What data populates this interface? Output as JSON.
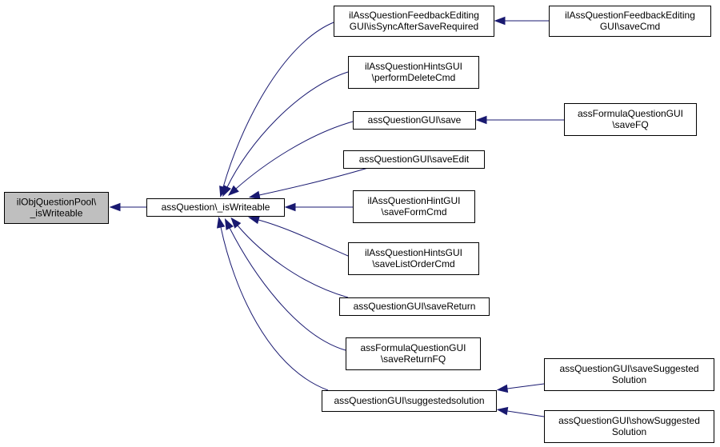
{
  "graph": {
    "edge_color": "#191970",
    "root_fill": "#bfbfbf",
    "node_fill": "#ffffff",
    "nodes": [
      {
        "id": "pool_writeable",
        "lines": [
          "ilObjQuestionPool\\",
          "_isWriteable"
        ],
        "root": true
      },
      {
        "id": "q_writeable",
        "lines": [
          "assQuestion\\_isWriteable"
        ]
      },
      {
        "id": "fb_sync",
        "lines": [
          "ilAssQuestionFeedbackEditing",
          "GUI\\isSyncAfterSaveRequired"
        ]
      },
      {
        "id": "fb_save",
        "lines": [
          "ilAssQuestionFeedbackEditing",
          "GUI\\saveCmd"
        ]
      },
      {
        "id": "hints_delete",
        "lines": [
          "ilAssQuestionHintsGUI",
          "\\performDeleteCmd"
        ]
      },
      {
        "id": "gui_save",
        "lines": [
          "assQuestionGUI\\save"
        ]
      },
      {
        "id": "formula_savefq",
        "lines": [
          "assFormulaQuestionGUI",
          "\\saveFQ"
        ]
      },
      {
        "id": "gui_saveedit",
        "lines": [
          "assQuestionGUI\\saveEdit"
        ]
      },
      {
        "id": "hint_saveform",
        "lines": [
          "ilAssQuestionHintGUI",
          "\\saveFormCmd"
        ]
      },
      {
        "id": "hints_savelist",
        "lines": [
          "ilAssQuestionHintsGUI",
          "\\saveListOrderCmd"
        ]
      },
      {
        "id": "gui_savereturn",
        "lines": [
          "assQuestionGUI\\saveReturn"
        ]
      },
      {
        "id": "formula_savereturnfq",
        "lines": [
          "assFormulaQuestionGUI",
          "\\saveReturnFQ"
        ]
      },
      {
        "id": "gui_suggested",
        "lines": [
          "assQuestionGUI\\suggestedsolution"
        ]
      },
      {
        "id": "gui_savesuggested",
        "lines": [
          "assQuestionGUI\\saveSuggested",
          "Solution"
        ]
      },
      {
        "id": "gui_showsuggested",
        "lines": [
          "assQuestionGUI\\showSuggested",
          "Solution"
        ]
      }
    ],
    "edges": [
      {
        "from": "q_writeable",
        "to": "pool_writeable"
      },
      {
        "from": "fb_sync",
        "to": "q_writeable"
      },
      {
        "from": "hints_delete",
        "to": "q_writeable"
      },
      {
        "from": "gui_save",
        "to": "q_writeable"
      },
      {
        "from": "gui_saveedit",
        "to": "q_writeable"
      },
      {
        "from": "hint_saveform",
        "to": "q_writeable"
      },
      {
        "from": "hints_savelist",
        "to": "q_writeable"
      },
      {
        "from": "gui_savereturn",
        "to": "q_writeable"
      },
      {
        "from": "formula_savereturnfq",
        "to": "q_writeable"
      },
      {
        "from": "gui_suggested",
        "to": "q_writeable"
      },
      {
        "from": "fb_save",
        "to": "fb_sync"
      },
      {
        "from": "formula_savefq",
        "to": "gui_save"
      },
      {
        "from": "gui_savesuggested",
        "to": "gui_suggested"
      },
      {
        "from": "gui_showsuggested",
        "to": "gui_suggested"
      }
    ]
  }
}
